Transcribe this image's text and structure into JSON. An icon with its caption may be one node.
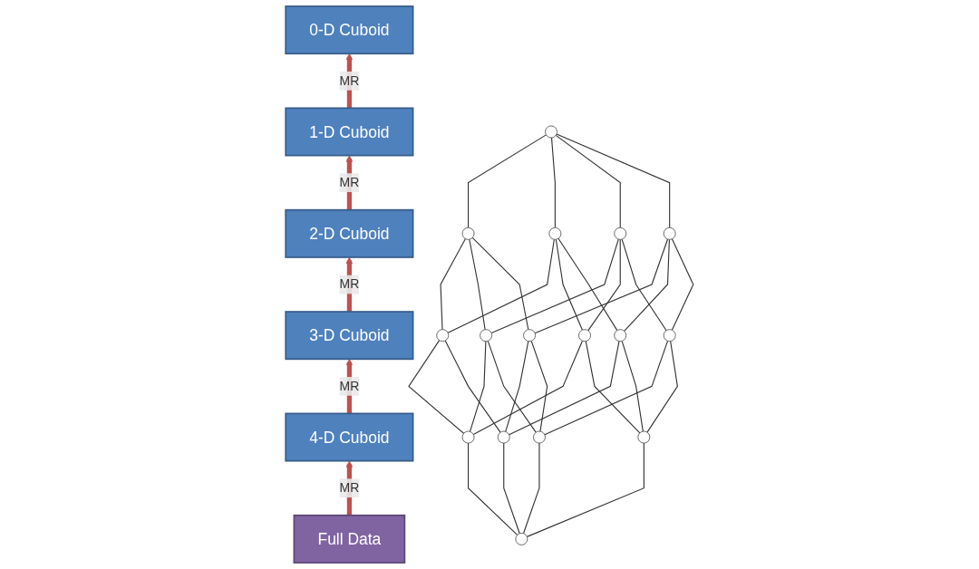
{
  "diagram": {
    "nodes": [
      {
        "text": [
          "0-D Cuboid"
        ]
      },
      {
        "text": [
          "1-D Cuboid"
        ]
      },
      {
        "text": [
          "2-D Cuboid"
        ]
      },
      {
        "text": [
          "3-D Cuboid"
        ]
      },
      {
        "text": [
          "4-D Cuboid"
        ]
      },
      {
        "text": [
          "Full Data"
        ]
      },
      {
        "text": [],
        "shape": "circle"
      },
      {
        "text": [],
        "shape": "circle"
      },
      {
        "text": [],
        "shape": "circle"
      },
      {
        "text": [],
        "shape": "circle"
      },
      {
        "text": [],
        "shape": "circle"
      },
      {
        "text": [],
        "shape": "circle"
      },
      {
        "text": [],
        "shape": "circle"
      },
      {
        "text": [],
        "shape": "circle"
      },
      {
        "text": [],
        "shape": "circle"
      },
      {
        "text": [],
        "shape": "circle"
      },
      {
        "text": [],
        "shape": "circle"
      },
      {
        "text": [],
        "shape": "circle"
      },
      {
        "text": [],
        "shape": "circle"
      },
      {
        "text": [],
        "shape": "circle"
      },
      {
        "text": [],
        "shape": "circle"
      },
      {
        "text": [],
        "shape": "circle"
      }
    ],
    "edges": [
      {
        "from": 1,
        "to": 0,
        "arrow": "to",
        "label": "MR",
        "style": "thick",
        "color": "#c0504d"
      },
      {
        "from": 2,
        "to": 1,
        "arrow": "to",
        "label": "MR",
        "style": "thick",
        "color": "#c0504d"
      },
      {
        "from": 3,
        "to": 2,
        "arrow": "to",
        "label": "MR",
        "style": "thick",
        "color": "#c0504d"
      },
      {
        "from": 4,
        "to": 3,
        "arrow": "to",
        "label": "MR",
        "style": "thick",
        "color": "#c0504d"
      },
      {
        "from": 5,
        "to": 4,
        "arrow": "to",
        "label": "MR",
        "style": "thick",
        "color": "#c0504d"
      },
      {
        "from": 7,
        "to": 6,
        "arrow": "none"
      },
      {
        "from": 8,
        "to": 6,
        "arrow": "none"
      },
      {
        "from": 9,
        "to": 6,
        "arrow": "none"
      },
      {
        "from": 10,
        "to": 6,
        "arrow": "none"
      },
      {
        "from": 11,
        "to": 7,
        "arrow": "none"
      },
      {
        "from": 12,
        "to": 7,
        "arrow": "none"
      },
      {
        "from": 13,
        "to": 7,
        "arrow": "none"
      },
      {
        "from": 11,
        "to": 8,
        "arrow": "none"
      },
      {
        "from": 14,
        "to": 8,
        "arrow": "none"
      },
      {
        "from": 15,
        "to": 8,
        "arrow": "none"
      },
      {
        "from": 12,
        "to": 9,
        "arrow": "none"
      },
      {
        "from": 14,
        "to": 9,
        "arrow": "none"
      },
      {
        "from": 16,
        "to": 9,
        "arrow": "none"
      },
      {
        "from": 13,
        "to": 10,
        "arrow": "none"
      },
      {
        "from": 15,
        "to": 10,
        "arrow": "none"
      },
      {
        "from": 16,
        "to": 10,
        "arrow": "none"
      },
      {
        "from": 17,
        "to": 11,
        "arrow": "none"
      },
      {
        "from": 18,
        "to": 11,
        "arrow": "none"
      },
      {
        "from": 17,
        "to": 12,
        "arrow": "none"
      },
      {
        "from": 19,
        "to": 12,
        "arrow": "none"
      },
      {
        "from": 18,
        "to": 13,
        "arrow": "none"
      },
      {
        "from": 19,
        "to": 13,
        "arrow": "none"
      },
      {
        "from": 17,
        "to": 14,
        "arrow": "none"
      },
      {
        "from": 20,
        "to": 14,
        "arrow": "none"
      },
      {
        "from": 18,
        "to": 15,
        "arrow": "none"
      },
      {
        "from": 20,
        "to": 15,
        "arrow": "none"
      },
      {
        "from": 19,
        "to": 16,
        "arrow": "none"
      },
      {
        "from": 20,
        "to": 16,
        "arrow": "none"
      },
      {
        "from": 21,
        "to": 17,
        "arrow": "none"
      },
      {
        "from": 21,
        "to": 18,
        "arrow": "none"
      },
      {
        "from": 21,
        "to": 19,
        "arrow": "none"
      },
      {
        "from": 21,
        "to": 20,
        "arrow": "none"
      }
    ]
  }
}
